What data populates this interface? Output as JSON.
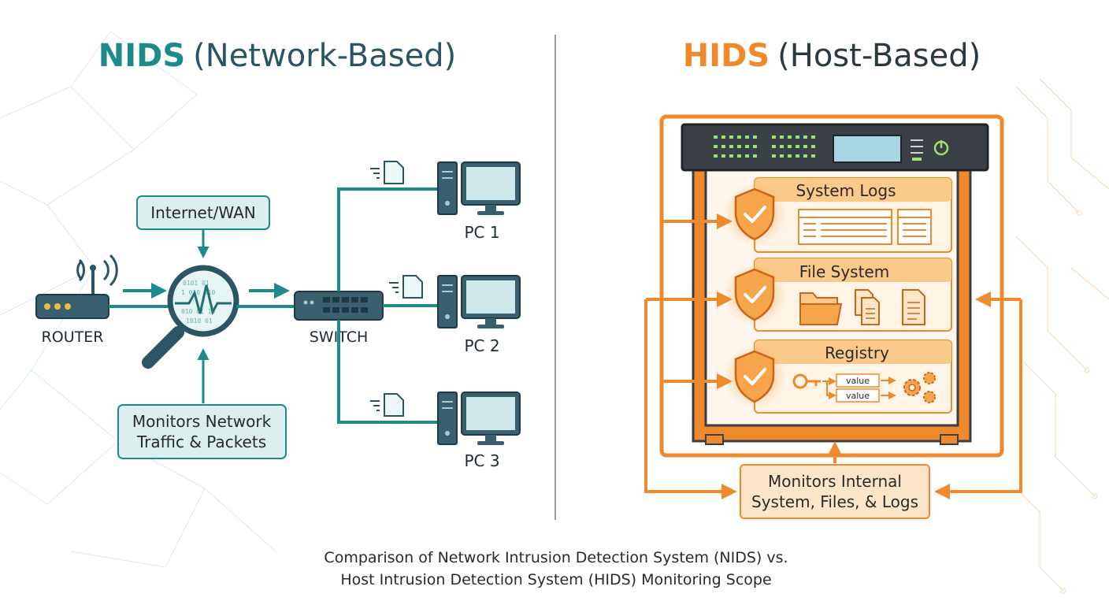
{
  "colors": {
    "teal": "#1f8a8a",
    "teal_dark": "#2b5563",
    "orange": "#ef8a2c",
    "orange_light": "#fde6c8",
    "ink": "#2a2a2a"
  },
  "nids": {
    "title_abbr": "NIDS",
    "title_rest": "(Network-Based)",
    "internet_label": "Internet/WAN",
    "router_label": "ROUTER",
    "switch_label": "SWITCH",
    "monitor_label_line1": "Monitors Network",
    "monitor_label_line2": "Traffic & Packets",
    "pcs": [
      "PC 1",
      "PC 2",
      "PC 3"
    ],
    "icons": [
      "wifi-signal-icon",
      "magnifier-waveform-icon",
      "document-packet-icon",
      "pc-tower-icon",
      "monitor-icon"
    ]
  },
  "hids": {
    "title_abbr": "HIDS",
    "title_rest": "(Host-Based)",
    "sections": [
      "System Logs",
      "File System",
      "Registry"
    ],
    "registry_values": [
      "value",
      "value"
    ],
    "monitor_label_line1": "Monitors Internal",
    "monitor_label_line2": "System, Files, & Logs",
    "icons": [
      "server-rack-icon",
      "shield-check-icon",
      "log-table-icon",
      "folder-icon",
      "documents-icon",
      "key-icon",
      "gears-icon",
      "power-icon"
    ]
  },
  "caption": {
    "line1": "Comparison of Network Intrusion Detection System (NIDS) vs.",
    "line2": "Host Intrusion Detection System (HIDS) Monitoring Scope"
  }
}
